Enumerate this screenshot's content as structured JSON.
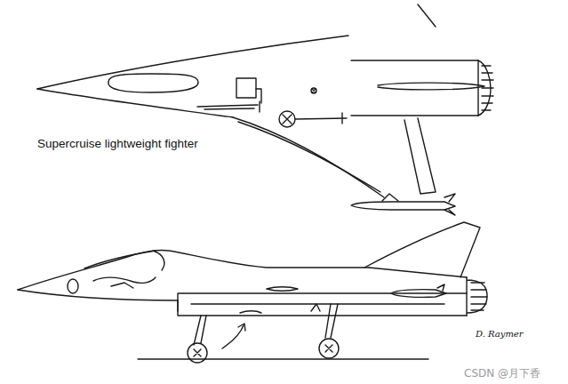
{
  "diagram": {
    "labels": [
      "Supercruise lightweight fighter",
      "D. Raymer",
      "CSDN @月下香"
    ]
  }
}
